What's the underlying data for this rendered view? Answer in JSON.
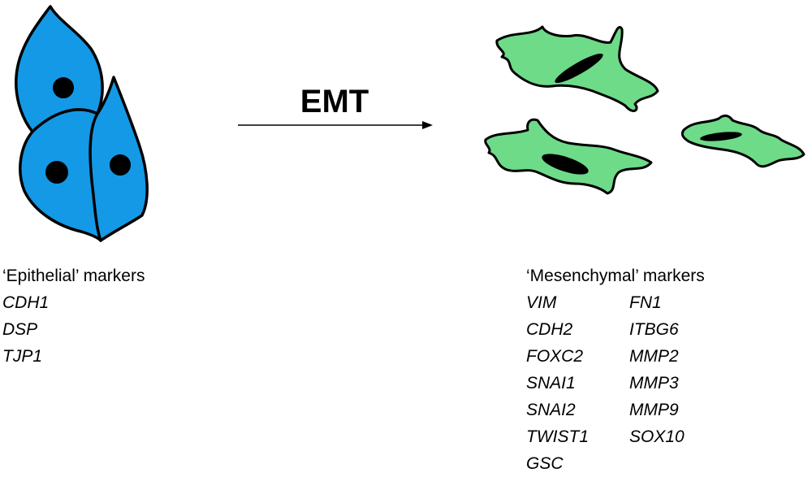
{
  "transition": {
    "label": "EMT"
  },
  "colors": {
    "epithelial_fill": "#1499e6",
    "mesenchymal_fill": "#6ddb88",
    "outline": "#000000",
    "nucleus": "#000000"
  },
  "epithelial": {
    "heading": "‘Epithelial’ markers",
    "markers": [
      "CDH1",
      "DSP",
      "TJP1"
    ]
  },
  "mesenchymal": {
    "heading": "‘Mesenchymal’ markers",
    "markers_col1": [
      "VIM",
      "CDH2",
      "FOXC2",
      "SNAI1",
      "SNAI2",
      "TWIST1",
      "GSC"
    ],
    "markers_col2": [
      "FN1",
      "ITBG6",
      "MMP2",
      "MMP3",
      "MMP9",
      "SOX10"
    ]
  }
}
